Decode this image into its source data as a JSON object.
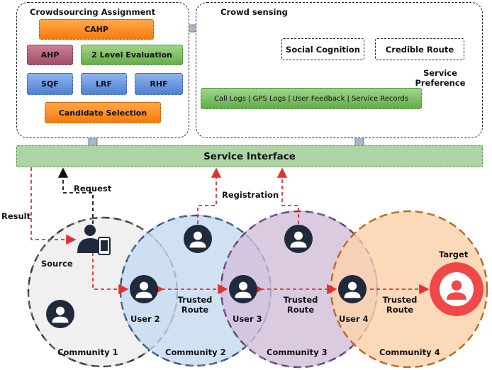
{
  "crowdsourcing": {
    "title": "Crowdsourcing Assignment",
    "cahp": "CAHP",
    "ahp": "AHP",
    "two_level": "2 Level Evaluation",
    "sqf": "SQF",
    "lrf": "LRF",
    "rhf": "RHF",
    "candidate": "Candidate Selection"
  },
  "crowd_sensing": {
    "title": "Crowd sensing",
    "social_cognition": "Social Cognition",
    "credible_route": "Credible Route",
    "service_preference": "Service\nPreference",
    "logs": "Call Logs | GPS Logs | User Feedback | Service Records"
  },
  "service_interface": "Service Interface",
  "labels": {
    "request": "Request",
    "result": "Result",
    "registration": "Registration",
    "source": "Source",
    "target": "Target",
    "user2": "User 2",
    "user3": "User 3",
    "user4": "User 4",
    "trusted_route": "Trusted\nRoute"
  },
  "communities": [
    "Community 1",
    "Community 2",
    "Community 3",
    "Community 4"
  ],
  "colors": {
    "community1": "#f0f0f0",
    "community2": "#c9dcf2",
    "community3": "#d8c9df",
    "community4": "#fcd7b6",
    "target": "#f04848",
    "arrow_red": "#e53030",
    "user_icon": "#1f2a3c"
  }
}
